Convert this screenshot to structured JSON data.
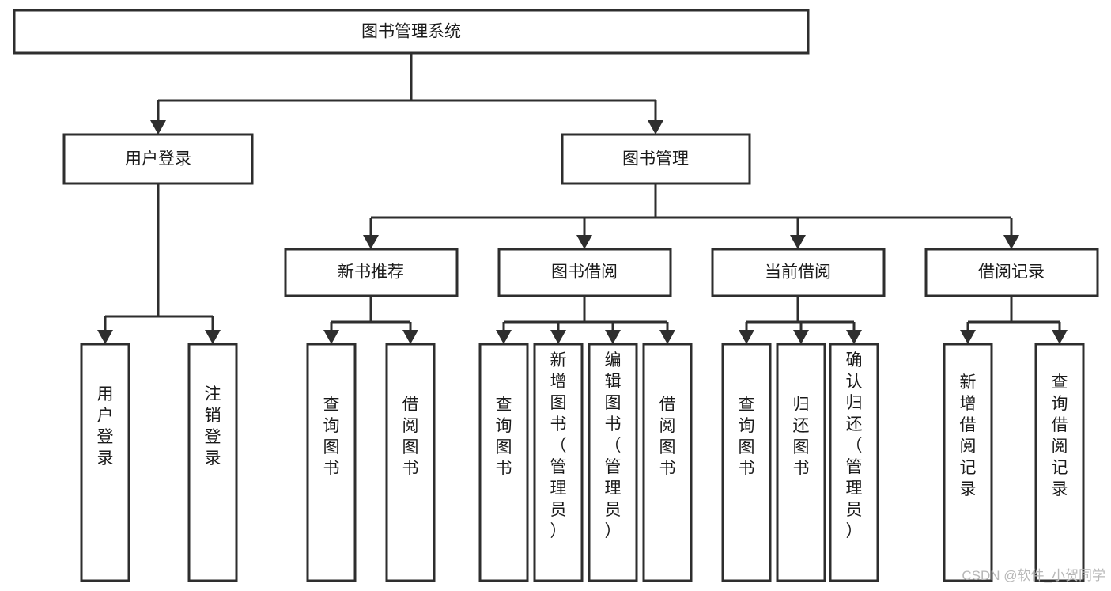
{
  "diagram": {
    "type": "hierarchy-tree",
    "title": "图书管理系统",
    "root": {
      "id": "root",
      "label": "图书管理系统",
      "orientation": "horizontal"
    },
    "level1": [
      {
        "id": "user-login",
        "label": "用户登录",
        "orientation": "horizontal"
      },
      {
        "id": "book-management",
        "label": "图书管理",
        "orientation": "horizontal"
      }
    ],
    "level2": [
      {
        "id": "new-book-recommend",
        "label": "新书推荐",
        "parent": "book-management",
        "orientation": "horizontal"
      },
      {
        "id": "book-borrow",
        "label": "图书借阅",
        "parent": "book-management",
        "orientation": "horizontal"
      },
      {
        "id": "current-borrow",
        "label": "当前借阅",
        "parent": "book-management",
        "orientation": "horizontal"
      },
      {
        "id": "borrow-record",
        "label": "借阅记录",
        "parent": "book-management",
        "orientation": "horizontal"
      }
    ],
    "leaves": [
      {
        "id": "leaf-user-login",
        "label": "用户登录",
        "parent": "user-login",
        "orientation": "vertical"
      },
      {
        "id": "leaf-user-logout",
        "label": "注销登录",
        "parent": "user-login",
        "orientation": "vertical"
      },
      {
        "id": "leaf-query-book-1",
        "label": "查询图书",
        "parent": "new-book-recommend",
        "orientation": "vertical"
      },
      {
        "id": "leaf-borrow-book-1",
        "label": "借阅图书",
        "parent": "new-book-recommend",
        "orientation": "vertical"
      },
      {
        "id": "leaf-query-book-2",
        "label": "查询图书",
        "parent": "book-borrow",
        "orientation": "vertical"
      },
      {
        "id": "leaf-add-book",
        "label": "新增图书（管理员）",
        "parent": "book-borrow",
        "orientation": "vertical"
      },
      {
        "id": "leaf-edit-book",
        "label": "编辑图书（管理员）",
        "parent": "book-borrow",
        "orientation": "vertical"
      },
      {
        "id": "leaf-borrow-book-2",
        "label": "借阅图书",
        "parent": "book-borrow",
        "orientation": "vertical"
      },
      {
        "id": "leaf-query-book-3",
        "label": "查询图书",
        "parent": "current-borrow",
        "orientation": "vertical"
      },
      {
        "id": "leaf-return-book",
        "label": "归还图书",
        "parent": "current-borrow",
        "orientation": "vertical"
      },
      {
        "id": "leaf-confirm-return",
        "label": "确认归还（管理员）",
        "parent": "current-borrow",
        "orientation": "vertical"
      },
      {
        "id": "leaf-add-record",
        "label": "新增借阅记录",
        "parent": "borrow-record",
        "orientation": "vertical"
      },
      {
        "id": "leaf-query-record",
        "label": "查询借阅记录",
        "parent": "borrow-record",
        "orientation": "vertical"
      }
    ]
  },
  "watermark": {
    "text": "CSDN @软件_小贺同学"
  },
  "colors": {
    "background": "#ffffff",
    "box_fill": "#ffffff",
    "box_stroke": "#2e2e2e",
    "text": "#1a1a1a",
    "watermark": "#b8b8b8"
  }
}
